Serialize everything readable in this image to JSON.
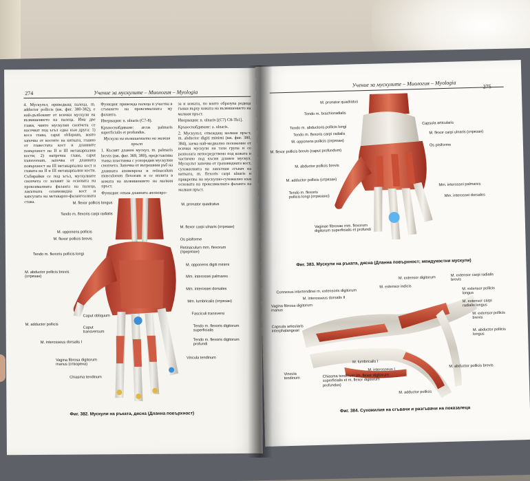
{
  "left_page": {
    "page_number": "274",
    "header": "Учение за мускулите – Миология – Myologia",
    "col1": [
      "4. Мускулът, приведващ палеца, m. adductor pollicis (вж. фиг. 380-382), е най-дълбокият от всички мускули на възвишението на палеца. Има две глави, чиито мускулни снопчета се насочват под ъгъл една към друга: 1) коса глава, caput obliquum, която започва от костите на китката, главно от главестата кост и дланните повърхност на II и III метакарпални кости; 2) напречна глава, caput transversum, започва от дланната повърхност на III метакарпална кост и главата на II и III метакарпални кости. Събирайки се под ъгъл, мускулните снопчета се залавят за основата на проксималната фаланга на палеца, лакътната сезамовидна кост и капсулата на метакарпо-фалангеалната става."
    ],
    "col2": [
      "Функция: привежда палеца и участва в сгъването на проксималната му фаланга.",
      "Инервация: n. ulnaris (C7-8).",
      "Кръвоснабдяване: arcus palmaris superficialis et profundus.",
      "Мускули на възвишението на малкия пръст",
      "1. Късият дланен мускул, m. palmaris brevis (вж. фиг. 369, 380), представлява тънка пластинка с успоредни мускулни снопчета. Започва от вътрешния ръб на дланната апоневроза и retinaculum musculorum flexorum и се вплита в кожата на възвишението на малкия пръст.",
      "Функция: опъва дланната апоневро-"
    ],
    "col3": [
      "за и кожата, по която образува редица гънки върху кожата на възвишението на малкия пръст.",
      "Инервация: n. ulnaris [(C7) C8-Th1].",
      "Кръвоснабдяване: a. ulnaris.",
      "2. Мускулът, отвеждащ малкия пръст, m. abductor digiti minimi (вж. фиг. 380, 384), заема най-медиално положение от всички мускули на тази група и се разполага непосредствено под кожата и частично под късия дланен мускул. Мускулът започва от граховидната кост, сухожилията на лакътния сгъвач на китката, m. flexoris carpi ulnaris и прикрепва на мускулно-сухожилно към основата на проксималната фаланга на малкия пръст."
    ],
    "fig_labels_left": [
      "M. flexor pollicis longus",
      "Tendo m. flexoris carpi radialis",
      "M. opponens pollicis",
      "M. flexor pollicis brevis",
      "Tendo m. flexoris pollicis longi",
      "M. abductor pollicis brevis (отрязан)",
      "Caput obliquum",
      "M. adductor pollicis",
      "Caput transversum",
      "M. interosseus dorsalis I",
      "Vagina fibrosa digitorum manus (отворена)",
      "Chiasma tendinum"
    ],
    "fig_labels_right": [
      "M. pronator quadratus",
      "M. flexor carpi ulnaris (отрязан)",
      "Os pisiforme",
      "Retinaculum mm. flexorum (прерязан)",
      "M. opponens digiti minimi",
      "Mm. interossei palmares",
      "Mm. interossei dorsales",
      "Mm. lumbricalis (отрязан)",
      "Fasciculi transversi",
      "Tendo m. flexoris digitorum superficialis",
      "Tendo m. flexoris digitorum profundi",
      "Vincula tendinum"
    ],
    "caption": "Фиг. 382. Мускули на ръката, дясна (Дланна повърхност)"
  },
  "right_page": {
    "page_number": "275",
    "header": "Учение за мускулите – Миология – Myologia",
    "fig383_labels_left": [
      "M. pronator quadratus",
      "Tendo m. brachioradialis",
      "Tendo m. abductoris pollicis longi",
      "Tendo m. flexoris carpi radialis",
      "M. opponens pollicis (отрязан)",
      "M. flexor pollicis brevis (caput profundum)",
      "M. abductor pollicis brevis",
      "M. adductor pollicis (отрязан)",
      "Tendo m. flexoris pollicis longi (отрязано)",
      "Vaginae fibrosae mm. flexorum digitorum superficialis et profundi"
    ],
    "fig383_labels_right": [
      "Capsula articularis",
      "M. flexor carpi ulnaris (отрязан)",
      "Os pisiforme",
      "Mm. interossei palmares",
      "Mm. interossei dorsales"
    ],
    "fig383_caption": "Фиг. 383. Мускули на ръката, дясна (Дланна повърхност; междукостни мускули)",
    "fig384_labels_left": [
      "Connexus intertendinei m. extensoris digitorum",
      "M. interosseus dorsalis II",
      "Vagina fibrosa digitorum manus",
      "Capsula articularis interphalangeae",
      "Vincula tendinum",
      "Chiasma tendinum (m. flexor digitorum superficialis et m. flexor digitorum profundus)"
    ],
    "fig384_labels_top": [
      "M. extensor digitorum",
      "M. extensor indicis",
      "M. extensor carpi radialis brevis",
      "M. extensor pollicis longus",
      "M. extensor carpi radialis longus",
      "M. extensor pollicis brevis",
      "M. abductor pollicis longus"
    ],
    "fig384_labels_bottom": [
      "M. lumbricalis I",
      "M. interosseus I",
      "M. abductor pollicis brevis",
      "M. adductor pollicis"
    ],
    "fig384_caption": "Фиг. 384. Сухожилия на сгъвачи и разгъвачи на показалеца"
  }
}
